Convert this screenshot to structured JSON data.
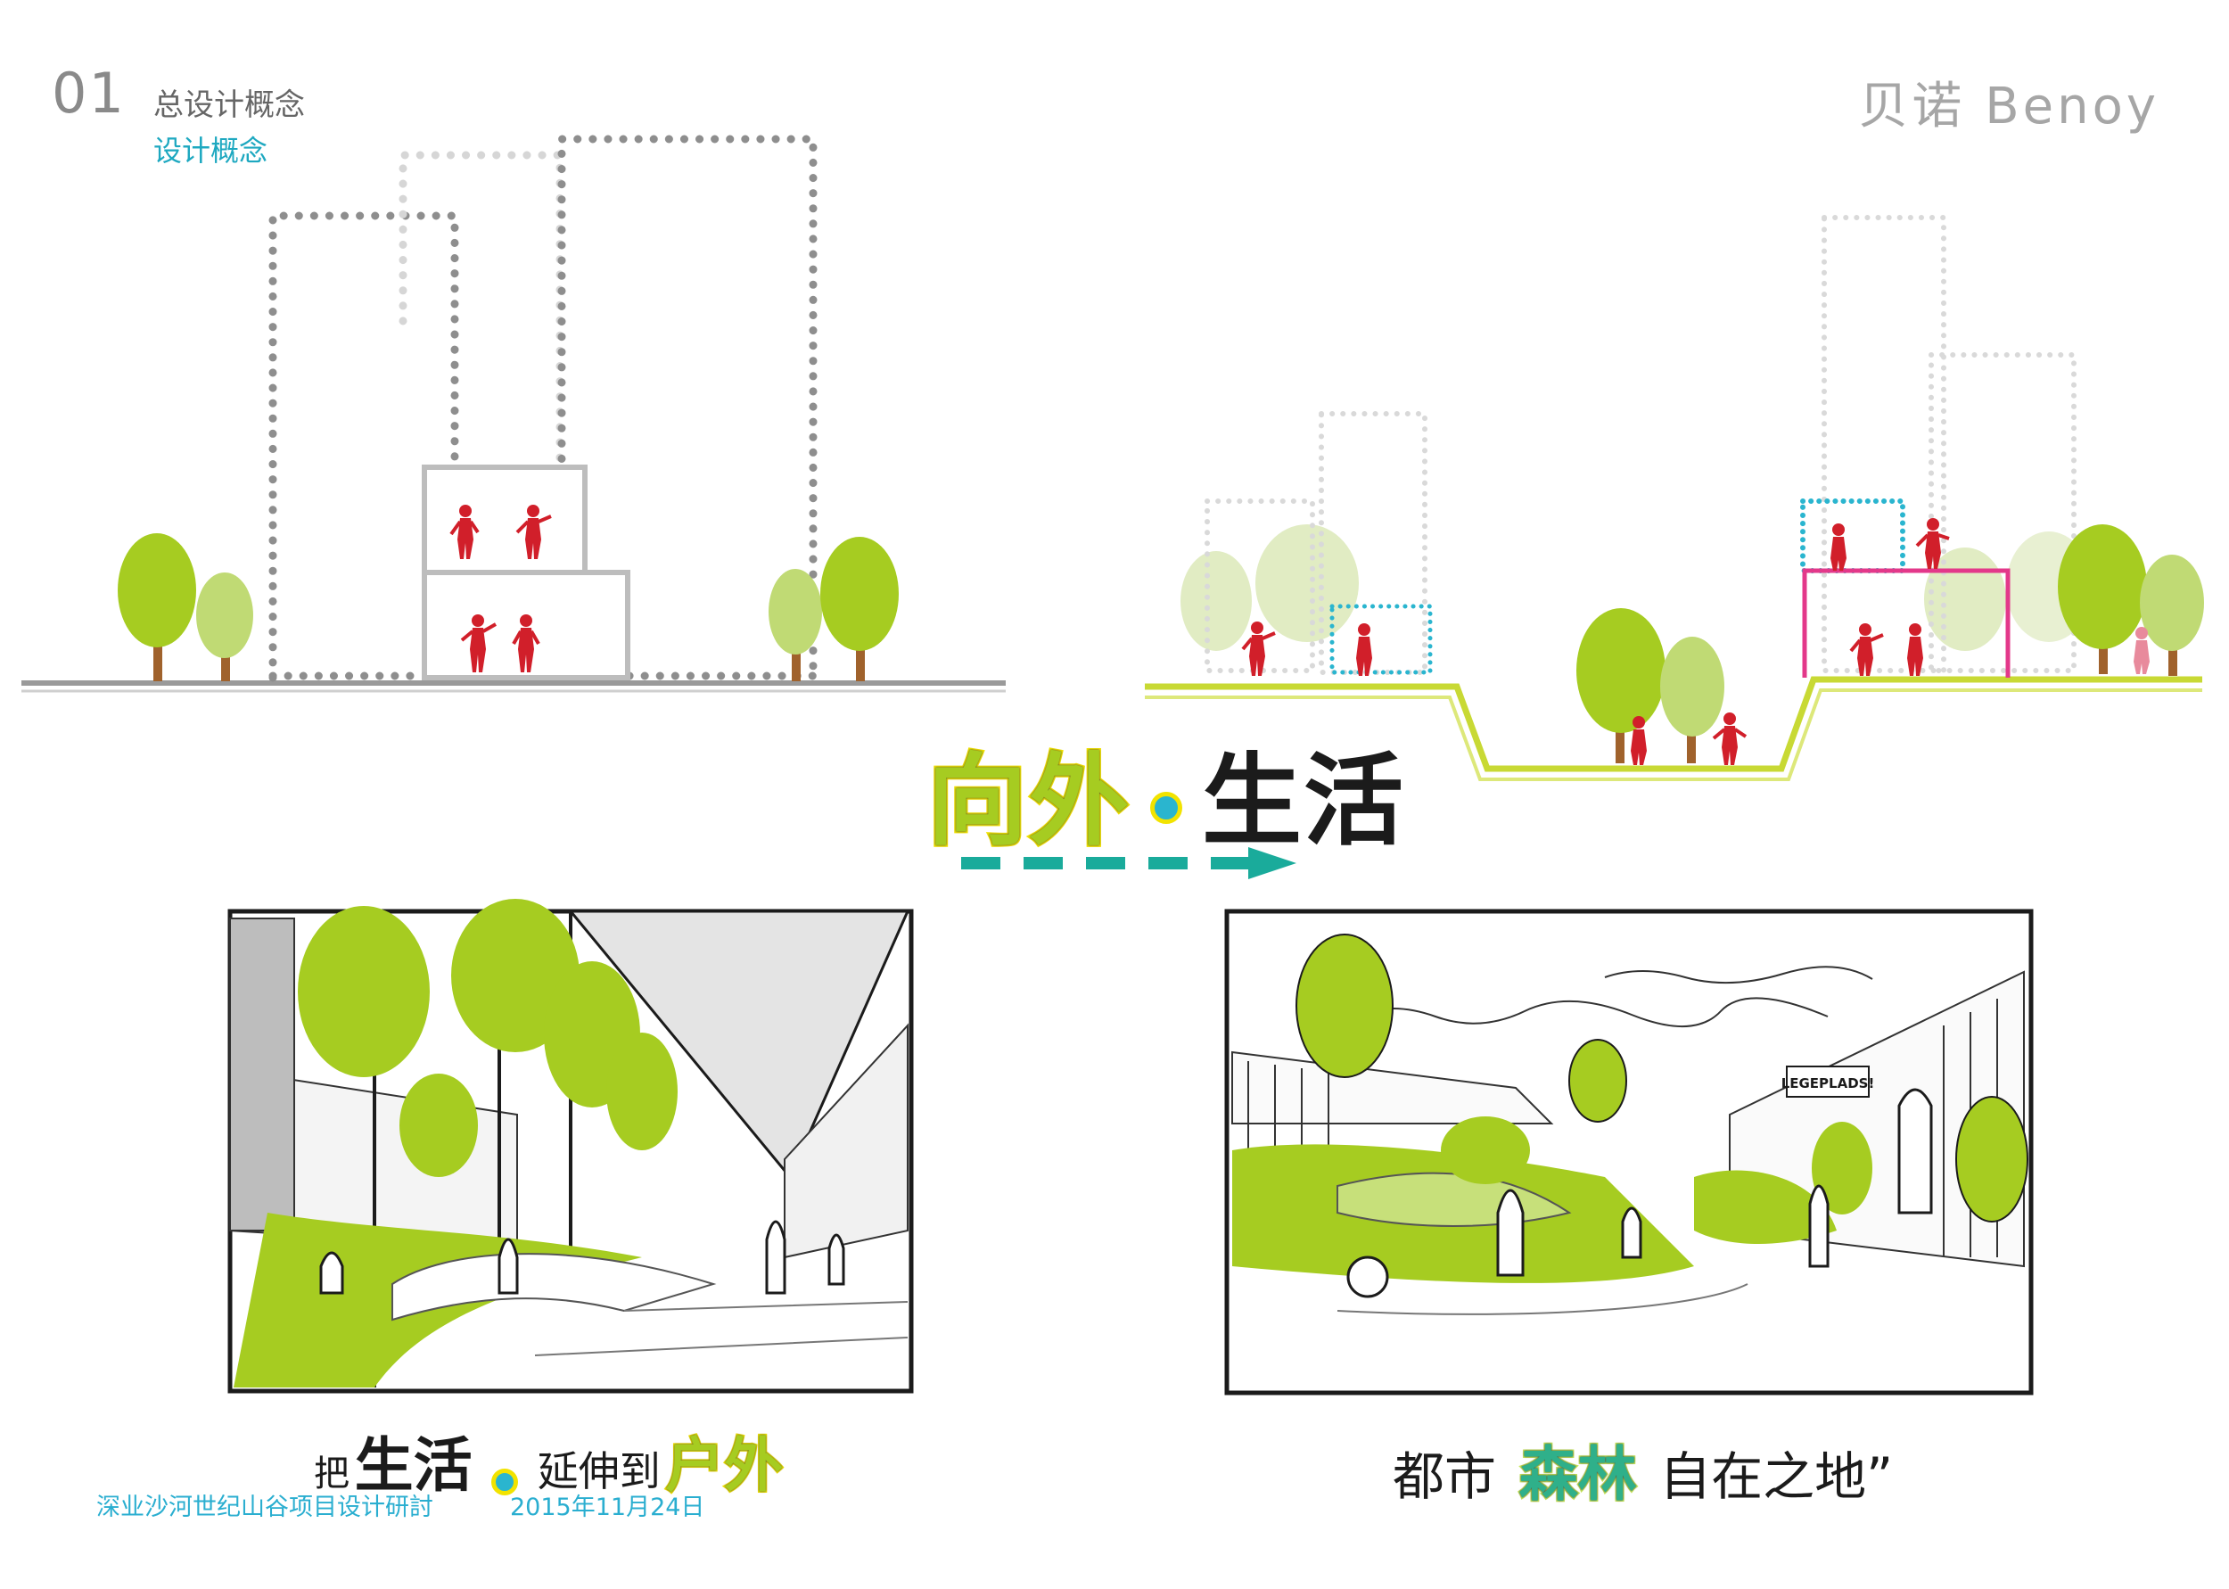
{
  "header": {
    "page_number": "01",
    "section_title": "总设计概念",
    "section_subtitle": "设计概念",
    "brand": "贝诺 Benoy"
  },
  "concept": {
    "headline_left": "向外",
    "headline_right": "生活"
  },
  "captions": {
    "left": {
      "prefix": "把",
      "word1": "生活",
      "middle": "延伸到",
      "word2": "户外"
    },
    "right": {
      "prefix": "都市",
      "word": "森林",
      "suffix": "自在之地”"
    }
  },
  "sketch_sign": "LEGEPLADS!",
  "footer": {
    "project": "深业沙河世纪山谷项目设计研討",
    "date": "2015年11月24日"
  },
  "colors": {
    "tree": "#a6cc21",
    "tree_light": "#cfe19a",
    "figure": "#d11f2a",
    "accent_teal": "#1aab9b",
    "accent_cyan": "#2ab5cf",
    "accent_yellow": "#f2e300",
    "accent_pink": "#e3388a",
    "ground": "#c8d934"
  }
}
